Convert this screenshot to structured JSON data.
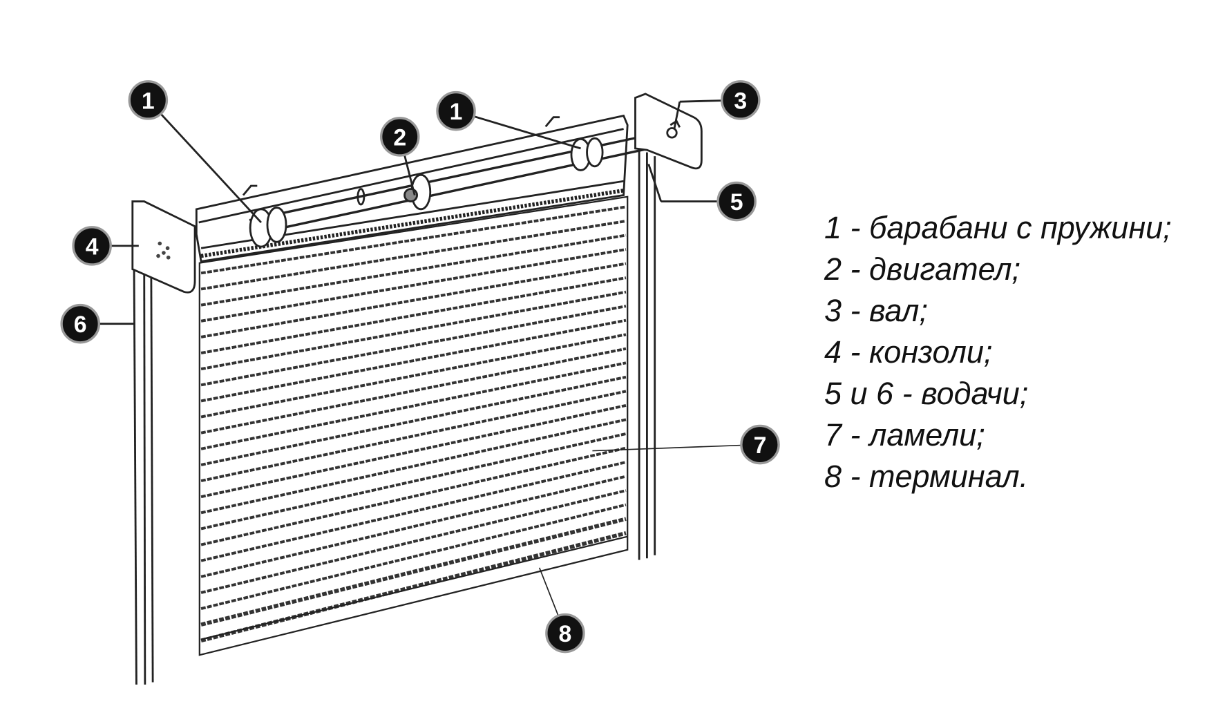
{
  "callouts": [
    "1",
    "2",
    "1",
    "3",
    "5",
    "4",
    "6",
    "7",
    "8"
  ],
  "legend": [
    "1 - барабани с пружини;",
    "2 - двигател;",
    "3 - вал;",
    "4 - конзоли;",
    "5 и 6 - водачи;",
    "7 - ламели;",
    "8 - терминал."
  ],
  "colors": {
    "line": "#222222",
    "callout": "#111111",
    "background": "#ffffff"
  }
}
